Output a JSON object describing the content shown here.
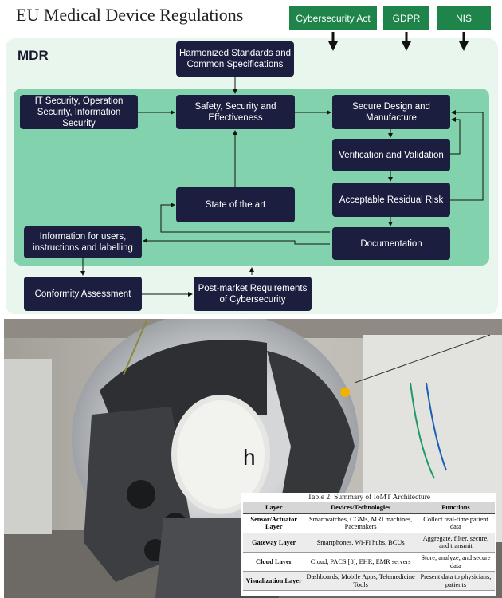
{
  "diagram": {
    "title": "EU Medical Device Regulations",
    "regulations": [
      "Cybersecurity Act",
      "GDPR",
      "NIS"
    ],
    "group_label": "MDR",
    "boxes": {
      "harmonized": "Harmonized Standards and Common Specifications",
      "it_security": "IT Security, Operation Security, Information Security",
      "safety": "Safety, Security and Effectiveness",
      "secure_design": "Secure Design and Manufacture",
      "verification": "Verification and Validation",
      "residual_risk": "Acceptable Residual Risk",
      "state_of_art": "State of the art",
      "documentation": "Documentation",
      "info_users": "Information for users, instructions and labelling",
      "conformity": "Conformity Assessment",
      "post_market": "Post-market Requirements of Cybersecurity"
    },
    "colors": {
      "regulation": "#1e8449",
      "box": "#1b1e3f",
      "outer": "#e8f6ee",
      "inner": "#82d3ad"
    }
  },
  "photo": {
    "overlay_letter": "h"
  },
  "table": {
    "caption": "Table 2: Summary of IoMT Architecture",
    "headers": [
      "Layer",
      "Devices/Technologies",
      "Functions"
    ],
    "rows": [
      {
        "layer": "Sensor/Actuator Layer",
        "devices": "Smartwatches, CGMs, MRI machines, Pacemakers",
        "functions": "Collect real-time patient data"
      },
      {
        "layer": "Gateway Layer",
        "devices": "Smartphones, Wi-Fi hubs, BCUs",
        "functions": "Aggregate, filter, secure, and transmit"
      },
      {
        "layer": "Cloud Layer",
        "devices": "Cloud, PACS [8], EHR, EMR servers",
        "functions": "Store, analyze, and secure data"
      },
      {
        "layer": "Visualization Layer",
        "devices": "Dashboards, Mobile Apps, Telemedicine Tools",
        "functions": "Present data to physicians, patients"
      }
    ]
  }
}
